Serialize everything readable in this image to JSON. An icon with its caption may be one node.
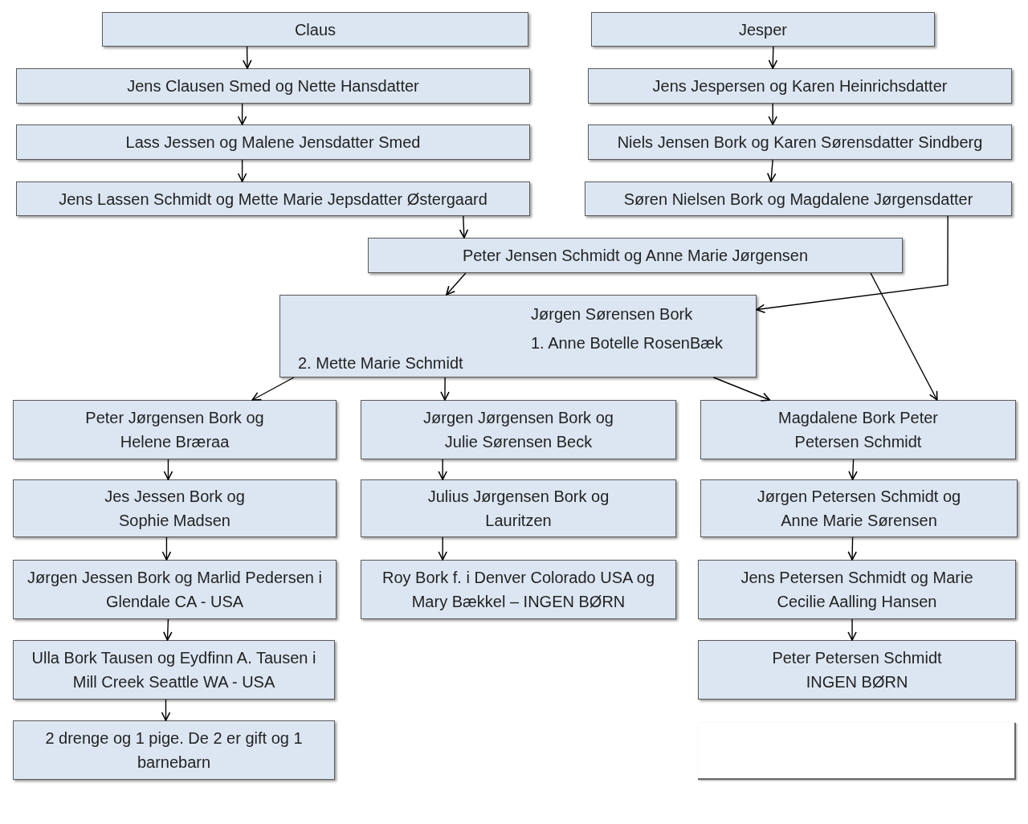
{
  "diagram": {
    "nodes": [
      {
        "text": [
          "Claus"
        ]
      },
      {
        "text": [
          "Jens Clausen Smed og Nette Hansdatter"
        ]
      },
      {
        "text": [
          "Lass Jessen og Malene Jensdatter  Smed"
        ]
      },
      {
        "text": [
          "Jens Lassen Schmidt og Mette Marie Jepsdatter Østergaard"
        ]
      },
      {
        "text": [
          "Jesper"
        ]
      },
      {
        "text": [
          "Jens Jespersen og Karen Heinrichsdatter"
        ]
      },
      {
        "text": [
          "Niels Jensen Bork og Karen Sørensdatter Sindberg"
        ]
      },
      {
        "text": [
          "Søren Nielsen Bork og Magdalene Jørgensdatter"
        ]
      },
      {
        "text": [
          "Peter Jensen Schmidt og Anne Marie Jørgensen"
        ]
      },
      {
        "text": [
          "Jørgen Sørensen Bork",
          "1. Anne Botelle RosenBæk",
          "2. Mette Marie Schmidt"
        ]
      },
      {
        "text": [
          "Peter Jørgensen Bork og Helene Bræraa"
        ]
      },
      {
        "text": [
          "Jes Jessen Bork og Sophie Madsen"
        ]
      },
      {
        "text": [
          "Jørgen Jessen Bork og Marlid Pedersen i Glendale CA - USA"
        ]
      },
      {
        "text": [
          "Ulla Bork Tausen og Eydfinn A. Tausen i Mill Creek Seattle WA - USA"
        ]
      },
      {
        "text": [
          "2 drenge og 1 pige. De 2 er gift og 1 barnebarn"
        ]
      },
      {
        "text": [
          "Jørgen Jørgensen Bork og Julie Sørensen Beck"
        ]
      },
      {
        "text": [
          "Julius Jørgensen Bork og Lauritzen"
        ]
      },
      {
        "text": [
          "Roy Bork f. i Denver Colorado USA og Mary Bækkel  – INGEN BØRN"
        ]
      },
      {
        "text": [
          "Magdalene Bork Peter Petersen Schmidt"
        ]
      },
      {
        "text": [
          "Jørgen Petersen Schmidt og Anne Marie Sørensen"
        ]
      },
      {
        "text": [
          "Jens Petersen Schmidt og Marie Cecilie Aalling Hansen"
        ]
      },
      {
        "text": [
          "Peter Petersen Schmidt INGEN BØRN"
        ]
      },
      {
        "text": [],
        "shape": "box"
      }
    ],
    "edges": [
      {
        "from": 0,
        "to": 1,
        "arrow": "to"
      },
      {
        "from": 1,
        "to": 2,
        "arrow": "to"
      },
      {
        "from": 2,
        "to": 3,
        "arrow": "to"
      },
      {
        "from": 3,
        "to": 8,
        "arrow": "to"
      },
      {
        "from": 4,
        "to": 5,
        "arrow": "to"
      },
      {
        "from": 5,
        "to": 6,
        "arrow": "to"
      },
      {
        "from": 6,
        "to": 7,
        "arrow": "to"
      },
      {
        "from": 7,
        "to": 9,
        "arrow": "to"
      },
      {
        "from": 8,
        "to": 9,
        "arrow": "to"
      },
      {
        "from": 8,
        "to": 18,
        "arrow": "to"
      },
      {
        "from": 9,
        "to": 10,
        "arrow": "to"
      },
      {
        "from": 9,
        "to": 15,
        "arrow": "to"
      },
      {
        "from": 9,
        "to": 18,
        "arrow": "to"
      },
      {
        "from": 10,
        "to": 11,
        "arrow": "to"
      },
      {
        "from": 11,
        "to": 12,
        "arrow": "to"
      },
      {
        "from": 12,
        "to": 13,
        "arrow": "to"
      },
      {
        "from": 13,
        "to": 14,
        "arrow": "to"
      },
      {
        "from": 15,
        "to": 16,
        "arrow": "to"
      },
      {
        "from": 16,
        "to": 17,
        "arrow": "to"
      },
      {
        "from": 18,
        "to": 19,
        "arrow": "to"
      },
      {
        "from": 19,
        "to": 20,
        "arrow": "to"
      },
      {
        "from": 20,
        "to": 21,
        "arrow": "to"
      }
    ]
  }
}
